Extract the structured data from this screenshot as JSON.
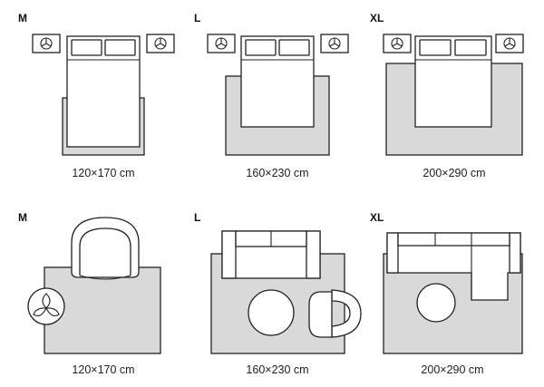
{
  "panels": [
    {
      "size": "M",
      "dimensions": "120×170 cm",
      "scene": "bedroom"
    },
    {
      "size": "L",
      "dimensions": "160×230 cm",
      "scene": "bedroom"
    },
    {
      "size": "XL",
      "dimensions": "200×290 cm",
      "scene": "bedroom"
    },
    {
      "size": "M",
      "dimensions": "120×170 cm",
      "scene": "armchair"
    },
    {
      "size": "L",
      "dimensions": "160×230 cm",
      "scene": "sofa-table-chair"
    },
    {
      "size": "XL",
      "dimensions": "200×290 cm",
      "scene": "corner-sofa-table"
    }
  ],
  "colors": {
    "rug": "#d9d9d9",
    "outline": "#222222",
    "furniture": "#ffffff",
    "background": "#ffffff"
  },
  "icons": [
    "nightstand-lamp-icon",
    "bed-icon",
    "armchair-icon",
    "sofa-icon",
    "coffee-table-icon",
    "plant-icon"
  ]
}
